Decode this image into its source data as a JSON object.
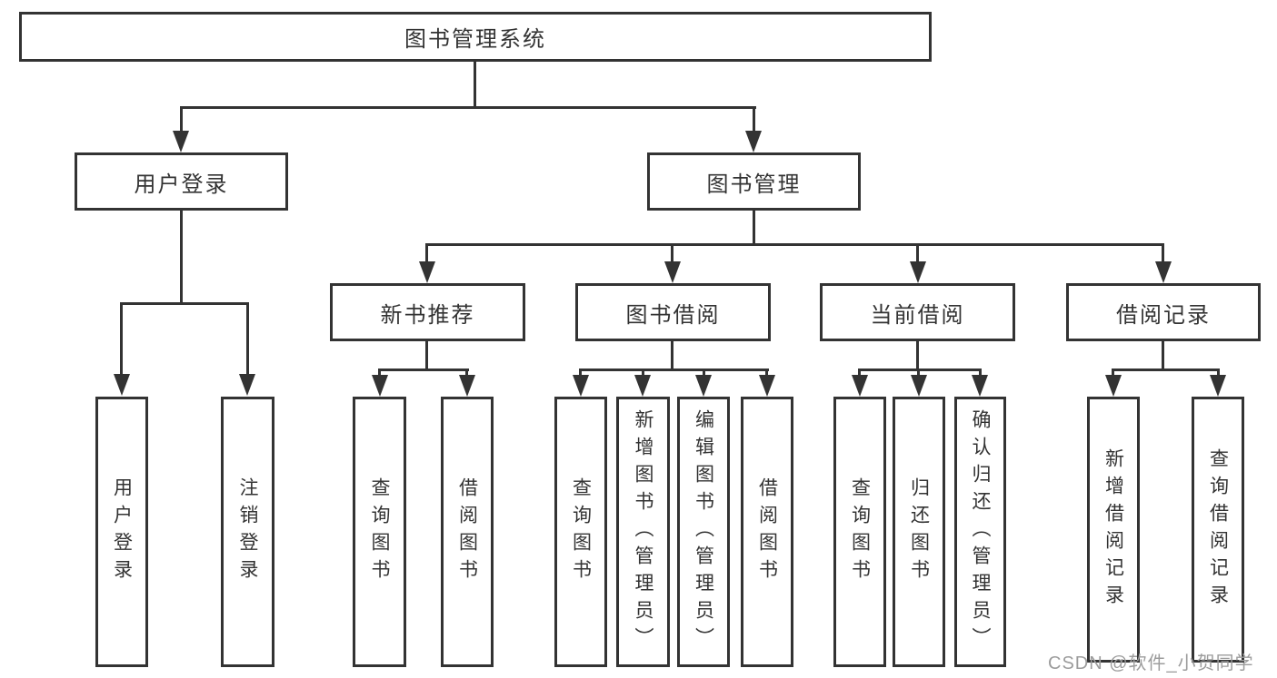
{
  "diagram_title": "图书管理系统",
  "nodes": {
    "root": "图书管理系统",
    "userLogin": "用户登录",
    "bookMgmt": "图书管理",
    "newBookRec": "新书推荐",
    "bookBorrow": "图书借阅",
    "currentBorrow": "当前借阅",
    "borrowRecords": "借阅记录",
    "leafUserLogin": "用户登录",
    "leafLogout": "注销登录",
    "leafQueryBook1": "查询图书",
    "leafBorrowBook1": "借阅图书",
    "leafQueryBook2": "查询图书",
    "leafAddBook": "新增图书（管理员）",
    "leafEditBook": "编辑图书（管理员）",
    "leafBorrowBook2": "借阅图书",
    "leafQueryBook3": "查询图书",
    "leafReturnBook": "归还图书",
    "leafConfirmReturn": "确认归还（管理员）",
    "leafAddRecord": "新增借阅记录",
    "leafQueryRecord": "查询借阅记录"
  },
  "watermark": "CSDN @软件_小贺同学",
  "colors": {
    "line": "#333333",
    "box_border": "#333333",
    "text": "#333333",
    "watermark": "#9c9c9c",
    "background": "#ffffff"
  }
}
